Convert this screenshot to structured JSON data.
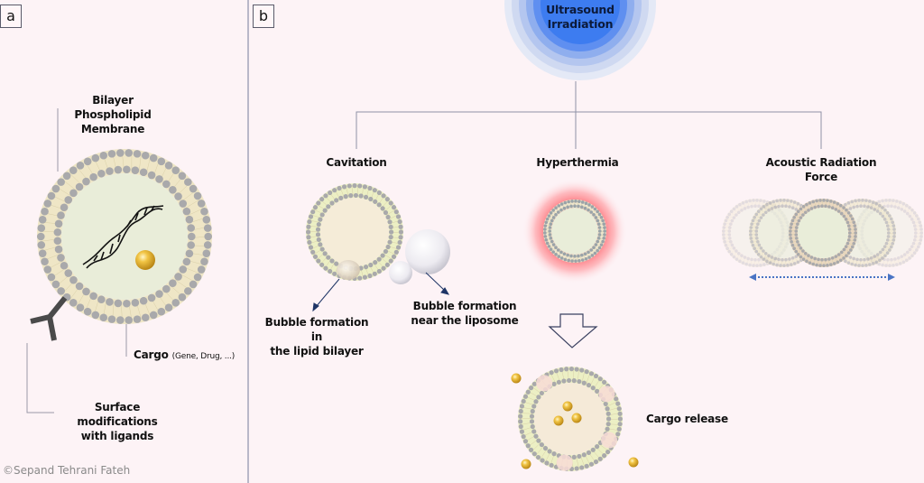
{
  "panels": {
    "a": {
      "label": "a",
      "membrane_label": "Bilayer Phospholipid Membrane",
      "membrane_label_line1": "Bilayer Phospholipid",
      "membrane_label_line2": "Membrane",
      "cargo_label": "Cargo",
      "cargo_sub": "(Gene, Drug, ...)",
      "ligand_label_line1": "Surface modifications",
      "ligand_label_line2": "with ligands"
    },
    "b": {
      "label": "b",
      "source_line1": "Ultrasound",
      "source_line2": "Irradiation",
      "branches": [
        {
          "title": "Cavitation"
        },
        {
          "title": "Hyperthermia"
        },
        {
          "title": "Acoustic Radiation Force"
        }
      ],
      "bubble_bilayer_line1": "Bubble formation in",
      "bubble_bilayer_line2": "the lipid bilayer",
      "bubble_near_line1": "Bubble formation",
      "bubble_near_line2": "near the liposome",
      "cargo_release": "Cargo release"
    }
  },
  "copyright": "©Sepand Tehrani Fateh",
  "colors": {
    "background": "#fdf3f6",
    "lipid_head": "#a9a9ab",
    "lipid_tail": "#efe6c6",
    "core": "#e9edd9",
    "cargo_gold": "#d9a82a",
    "ultrasound_blue": "#3d7cf0",
    "heat_red": "#ff5a5a",
    "arrow_blue": "#4a74c4",
    "connector": "#8e92a6"
  }
}
